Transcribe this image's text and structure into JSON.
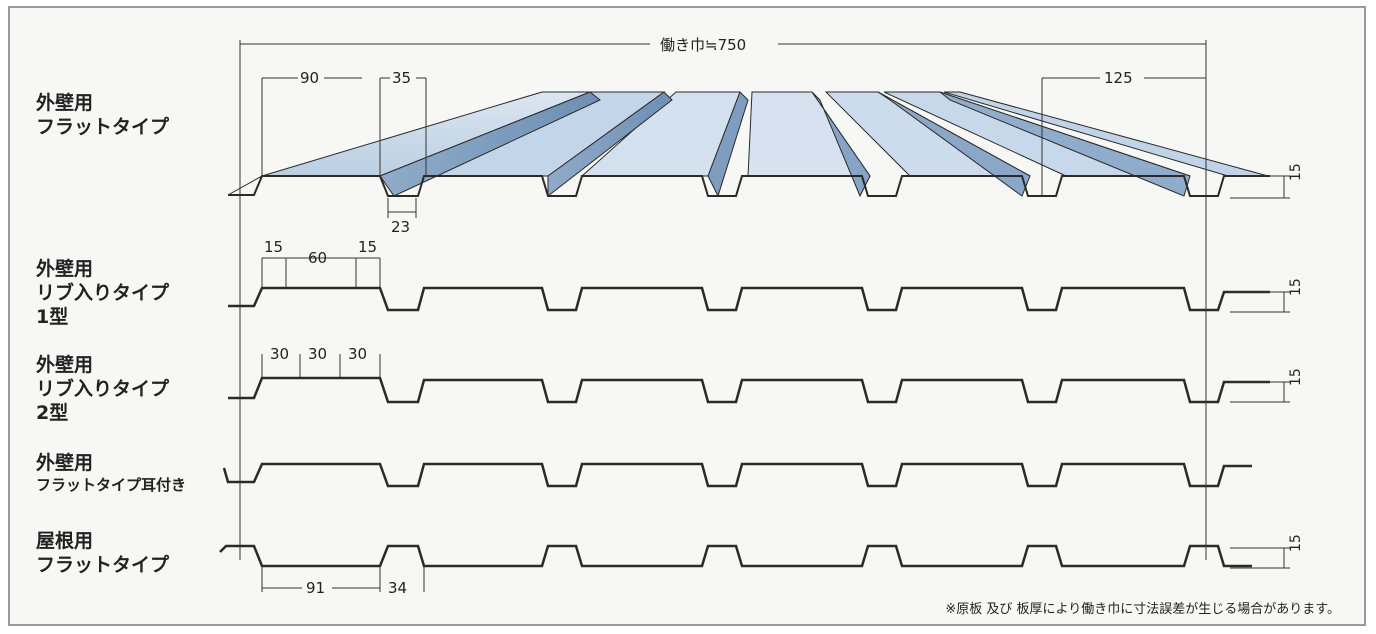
{
  "profiles": [
    {
      "lines": [
        "外壁用",
        "フラットタイプ"
      ]
    },
    {
      "lines": [
        "外壁用",
        "リブ入りタイプ",
        "1型"
      ]
    },
    {
      "lines": [
        "外壁用",
        "リブ入りタイプ",
        "2型"
      ]
    },
    {
      "lines": [
        "外壁用",
        "フラットタイプ耳付き"
      ]
    },
    {
      "lines": [
        "屋根用",
        "フラットタイプ"
      ]
    }
  ],
  "dimensions": {
    "total_width": "働き巾≒750",
    "d90": "90",
    "d35": "35",
    "d125": "125",
    "d23": "23",
    "d15a": "15",
    "d60": "60",
    "d15b": "15",
    "d30a": "30",
    "d30b": "30",
    "d30c": "30",
    "d91": "91",
    "d34": "34",
    "h1": "15",
    "h2": "15",
    "h3": "15",
    "h5": "15"
  },
  "note": "※原板 及び 板厚により働き巾に寸法誤差が生じる場合があります。",
  "colors": {
    "panel_light": "#c9d9ea",
    "panel_mid": "#a9c2dc",
    "panel_dark": "#8aa9c8",
    "line": "#2a2a2a"
  }
}
